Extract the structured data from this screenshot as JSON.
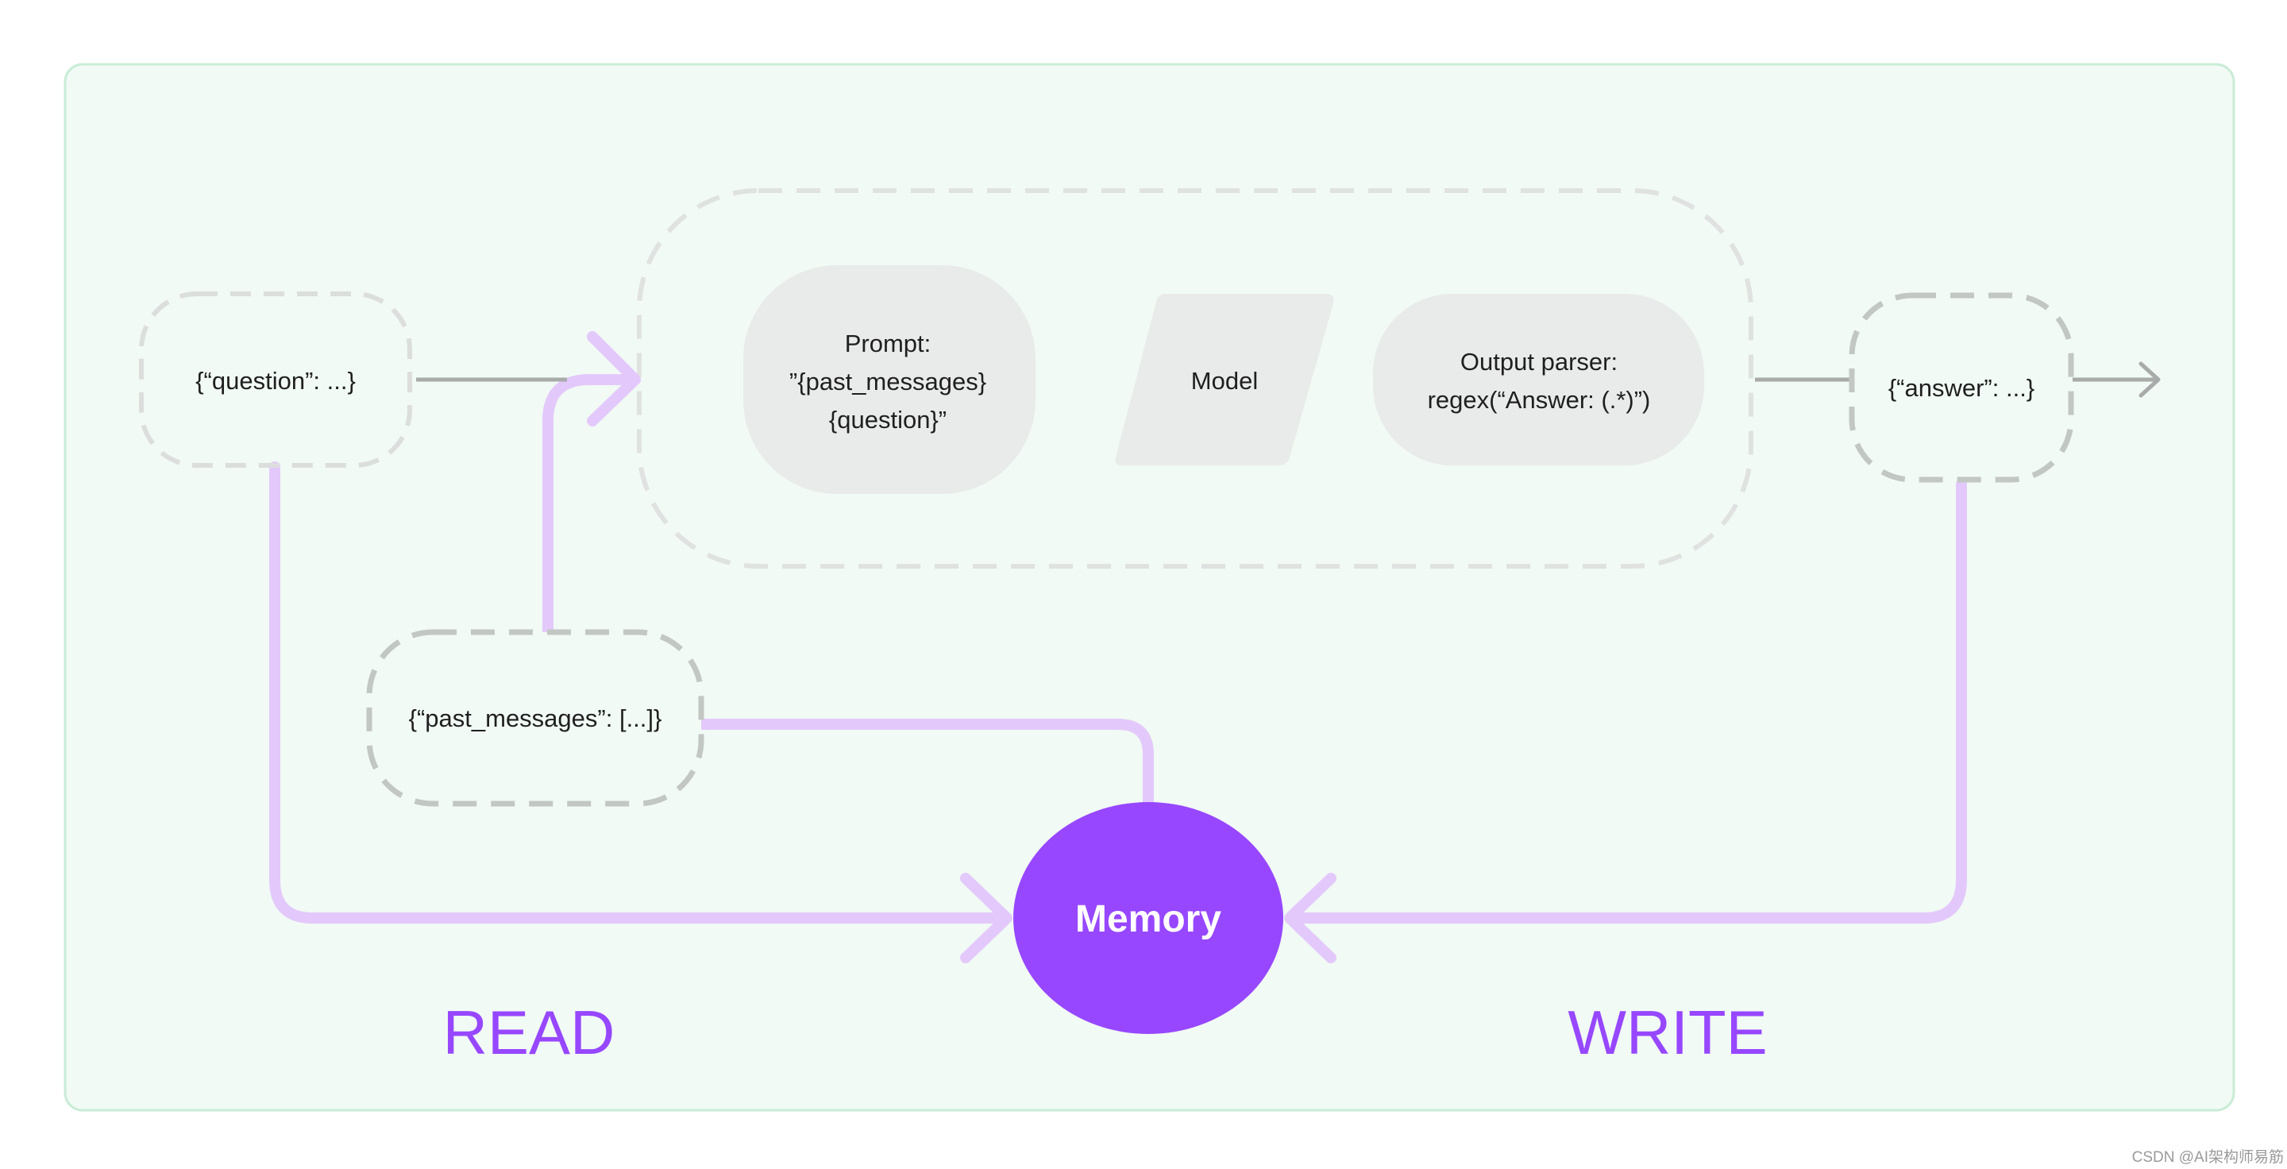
{
  "nodes": {
    "question": "{“question”: ...}",
    "prompt": {
      "line1": "Prompt:",
      "line2": "”{past_messages}",
      "line3": "{question}”"
    },
    "model": "Model",
    "output_parser": {
      "line1": "Output parser:",
      "line2": "regex(“Answer: (.*)”)"
    },
    "answer": "{“answer”: ...}",
    "past_messages": "{“past_messages”: [...]}",
    "memory": "Memory"
  },
  "labels": {
    "read": "READ",
    "write": "WRITE"
  },
  "watermark": "CSDN @AI架构师易筋",
  "colors": {
    "background_panel": "#f1faf4",
    "panel_border": "#c9ecd6",
    "accent_purple": "#9747ff",
    "light_purple": "#e3c9fb",
    "node_fill": "#e9ebea",
    "dash_light": "#dcdedd",
    "dash_dark": "#c2c7c3",
    "arrow_gray": "#a8aba9"
  }
}
